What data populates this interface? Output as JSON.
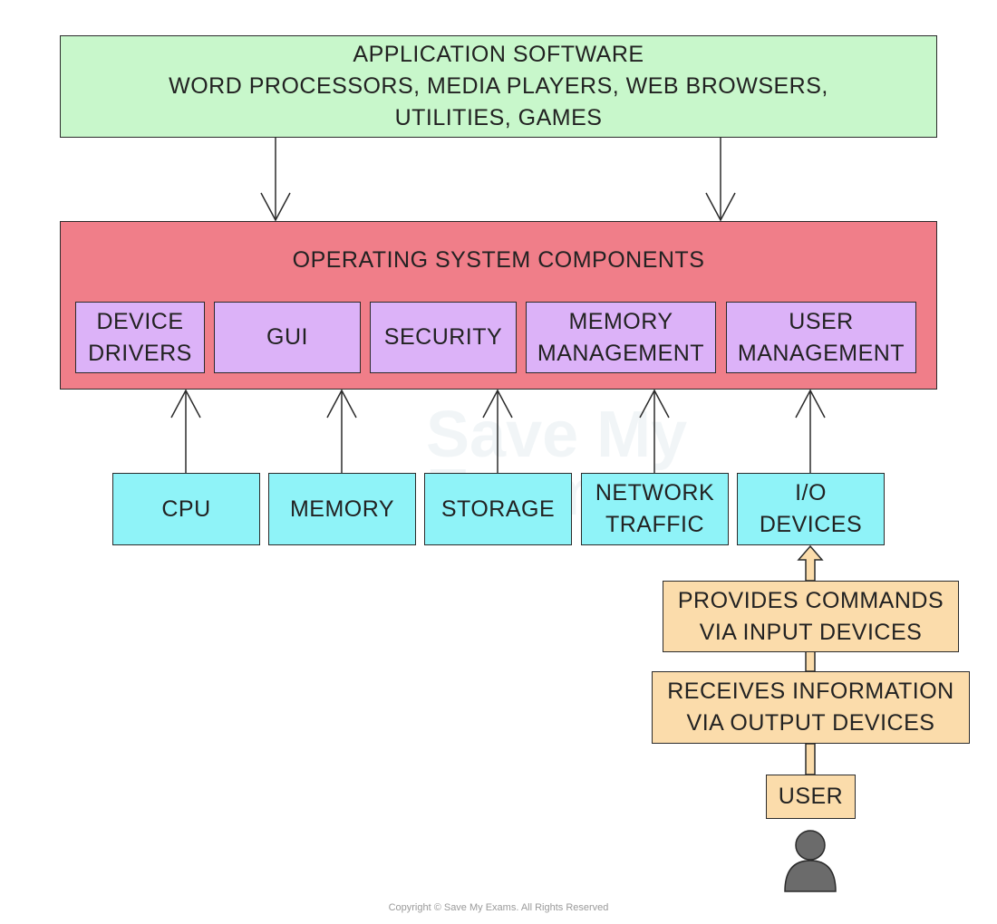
{
  "app_software": {
    "line1": "APPLICATION SOFTWARE",
    "line2": "WORD PROCESSORS, MEDIA PLAYERS, WEB BROWSERS,",
    "line3": "UTILITIES, GAMES"
  },
  "os": {
    "title": "OPERATING SYSTEM COMPONENTS",
    "components": [
      {
        "line1": "DEVICE",
        "line2": "DRIVERS"
      },
      {
        "line1": "GUI"
      },
      {
        "line1": "SECURITY"
      },
      {
        "line1": "MEMORY",
        "line2": "MANAGEMENT"
      },
      {
        "line1": "USER",
        "line2": "MANAGEMENT"
      }
    ]
  },
  "resources": [
    {
      "line1": "CPU"
    },
    {
      "line1": "MEMORY"
    },
    {
      "line1": "STORAGE"
    },
    {
      "line1": "NETWORK",
      "line2": "TRAFFIC"
    },
    {
      "line1": "I/O",
      "line2": "DEVICES"
    }
  ],
  "user_flow": {
    "provides": {
      "line1": "PROVIDES COMMANDS",
      "line2": "VIA INPUT DEVICES"
    },
    "receives": {
      "line1": "RECEIVES INFORMATION",
      "line2": "VIA OUTPUT DEVICES"
    },
    "user": "USER"
  },
  "watermark": {
    "line1": "Save My",
    "line2": "Exams"
  },
  "copyright": "Copyright © Save My Exams. All Rights Reserved",
  "colors": {
    "application": "#c8f7cb",
    "os": "#f07e89",
    "component": "#dcb2f8",
    "resource": "#8ff3f8",
    "user_flow": "#fbdcab",
    "person": "#6b6b6b"
  }
}
